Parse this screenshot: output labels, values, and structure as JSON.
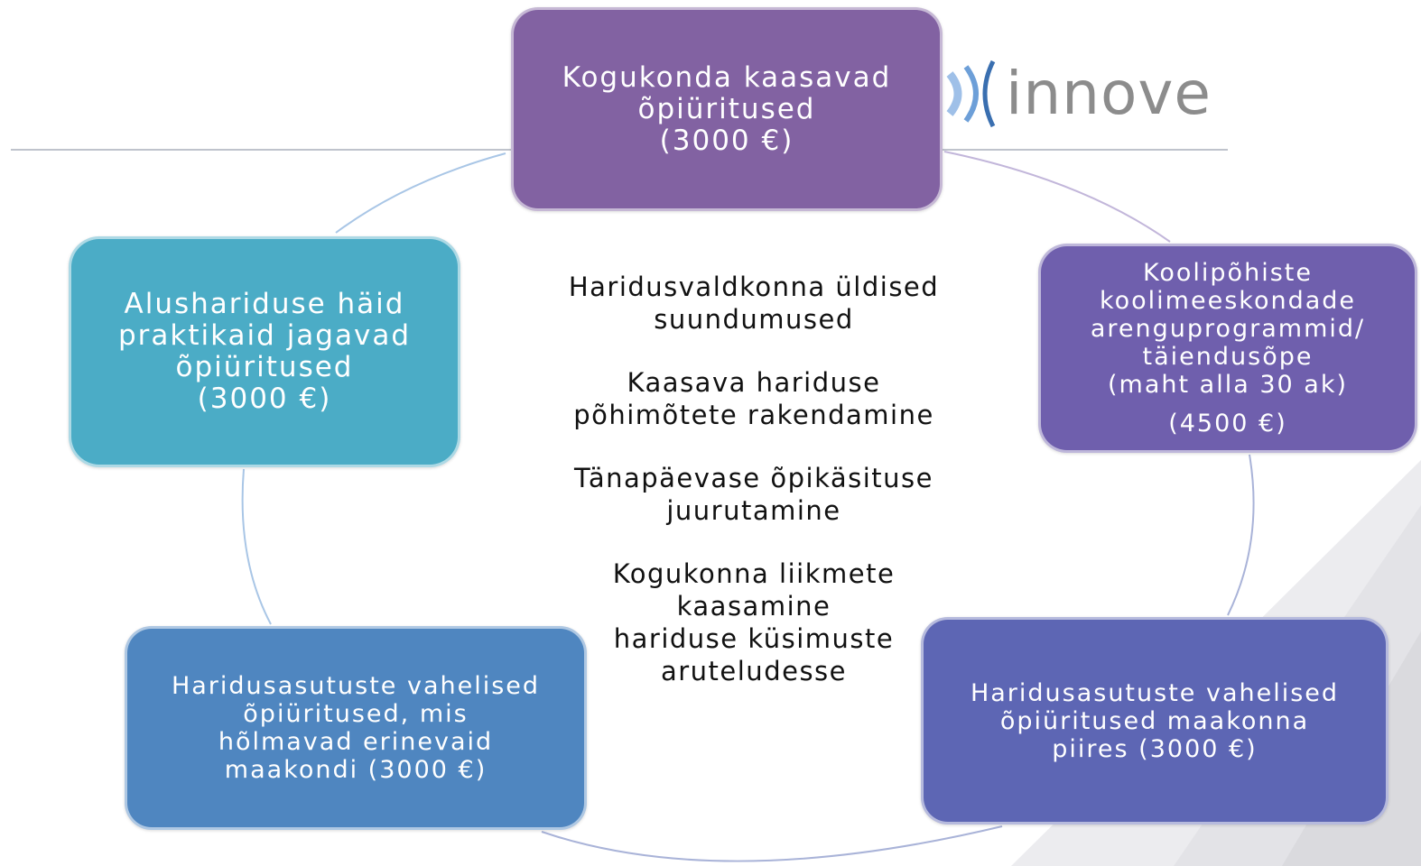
{
  "logo": {
    "text": "innove"
  },
  "boxes": {
    "top": {
      "lines": [
        "Kogukonda kaasavad",
        "õpiüritused",
        "(3000 €)"
      ]
    },
    "left": {
      "lines": [
        "Alushariduse häid",
        "praktikaid jagavad",
        "õpiüritused",
        "(3000 €)"
      ]
    },
    "right": {
      "lines": [
        "Koolipõhiste",
        "koolimeeskondade",
        "arenguprogrammid/",
        "täiendusõpe",
        "(maht alla 30 ak)"
      ],
      "amount": "(4500 €)"
    },
    "bottom_left": {
      "lines": [
        "Haridusasutuste vahelised",
        "õpiüritused, mis",
        "hõlmavad erinevaid",
        "maakondi (3000 €)"
      ]
    },
    "bottom_right": {
      "lines": [
        "Haridusasutuste vahelised",
        "õpiüritused maakonna",
        "piires (3000 €)"
      ]
    }
  },
  "center": {
    "items": [
      {
        "lines": [
          "Haridusvaldkonna üldised",
          "suundumused"
        ]
      },
      {
        "lines": [
          "Kaasava hariduse",
          "põhimõtete rakendamine"
        ]
      },
      {
        "lines": [
          "Tänapäevase õpikäsituse",
          "juurutamine"
        ]
      },
      {
        "lines": [
          "Kogukonna liikmete",
          "kaasamine",
          "hariduse küsimuste",
          "aruteludesse"
        ]
      }
    ]
  },
  "colors": {
    "top_box": "#8262a2",
    "left_box": "#4bacc6",
    "right_box": "#6f5fad",
    "bottom_left_box": "#4f86c0",
    "bottom_right_box": "#5d66b4",
    "logo_text": "#8c8c8c",
    "logo_mark": "#3a6fb0"
  }
}
